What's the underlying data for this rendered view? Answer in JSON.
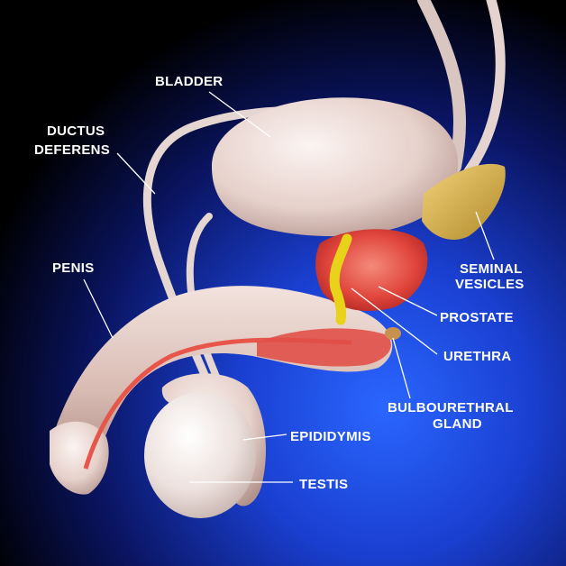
{
  "labels": {
    "bladder": "BLADDER",
    "ductus_line1": "DUCTUS",
    "ductus_line2": "DEFERENS",
    "penis": "PENIS",
    "seminal_line1": "SEMINAL",
    "seminal_line2": "VESICLES",
    "prostate": "PROSTATE",
    "urethra": "URETHRA",
    "bulbo_line1": "BULBOURETHRAL",
    "bulbo_line2": "GLAND",
    "epididymis": "EPIDIDYMIS",
    "testis": "TESTIS"
  },
  "colors": {
    "background_center": "#1f52ff",
    "background_edge": "#000000",
    "tissue": "#e8d5cf",
    "tissue_shadow": "#b79a93",
    "prostate": "#e0403a",
    "urethra_yellow": "#e9d21a",
    "seminal_gold": "#d8b14a",
    "label": "#ffffff"
  }
}
